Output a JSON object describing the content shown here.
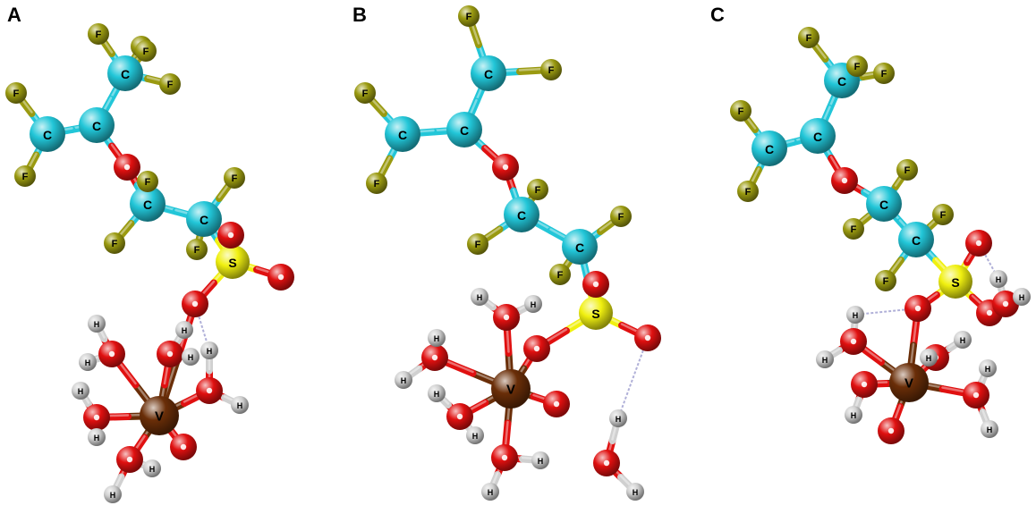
{
  "colors": {
    "C": "#22c6d8",
    "F": "#9a9a10",
    "O": "#e01010",
    "H": "#d0d0d0",
    "S": "#f0f010",
    "V": "#6a2e08",
    "hbond": "#b0b0d8"
  },
  "panels": [
    {
      "label": "A"
    },
    {
      "label": "B"
    },
    {
      "label": "C"
    }
  ]
}
